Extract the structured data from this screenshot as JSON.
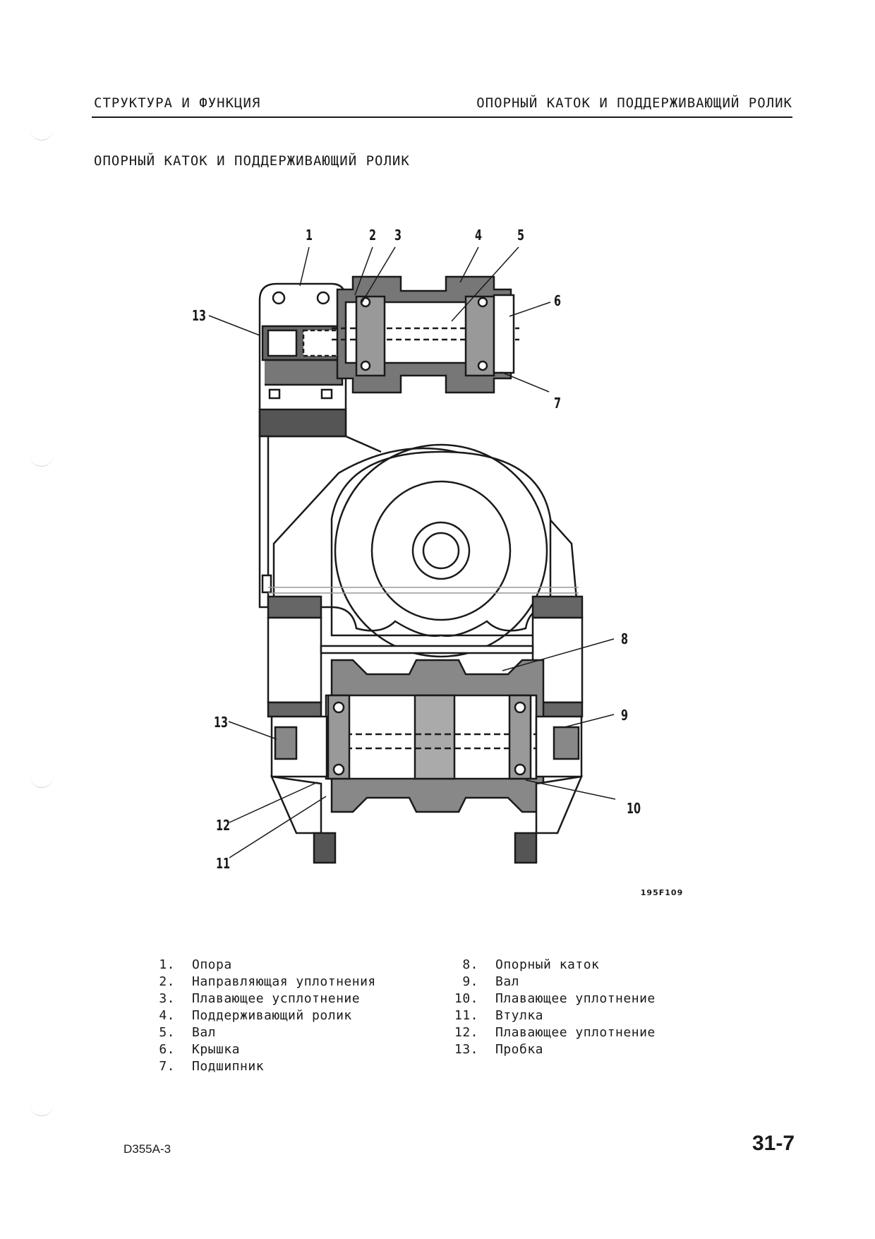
{
  "header": {
    "left": "СТРУКТУРА И ФУНКЦИЯ",
    "right": "ОПОРНЫЙ КАТОК И ПОДДЕРЖИВАЮЩИЙ РОЛИК"
  },
  "section_title": "ОПОРНЫЙ КАТОК И ПОДДЕРЖИВАЮЩИЙ РОЛИК",
  "figure": {
    "code": "195F109",
    "callouts": [
      "1",
      "2",
      "3",
      "4",
      "5",
      "6",
      "7",
      "8",
      "9",
      "10",
      "11",
      "12",
      "13",
      "13"
    ]
  },
  "legend": {
    "left": [
      {
        "num": "1.",
        "text": "Опора"
      },
      {
        "num": "2.",
        "text": "Направляющая уплотнения"
      },
      {
        "num": "3.",
        "text": "Плавающее усплотнение"
      },
      {
        "num": "4.",
        "text": "Поддерживающий ролик"
      },
      {
        "num": "5.",
        "text": "Вал"
      },
      {
        "num": "6.",
        "text": "Крышка"
      },
      {
        "num": "7.",
        "text": "Подшипник"
      }
    ],
    "right": [
      {
        "num": "8.",
        "text": "Опорный каток"
      },
      {
        "num": "9.",
        "text": "Вал"
      },
      {
        "num": "10.",
        "text": "Плавающее уплотнение"
      },
      {
        "num": "11.",
        "text": "Втулка"
      },
      {
        "num": "12.",
        "text": "Плавающее уплотнение"
      },
      {
        "num": "13.",
        "text": "Пробка"
      }
    ]
  },
  "footer": {
    "model": "D355A-3",
    "page_number": "31-7"
  }
}
